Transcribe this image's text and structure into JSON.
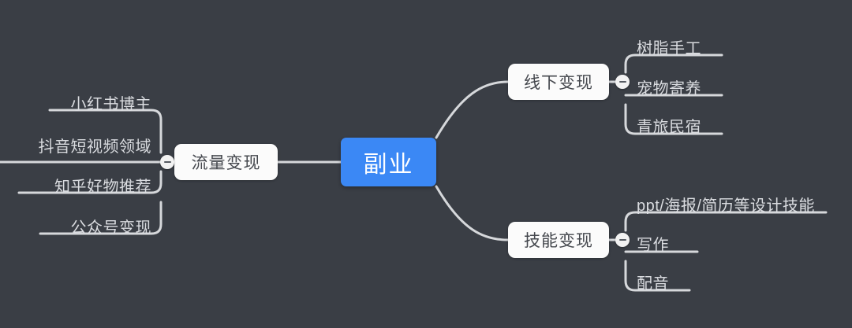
{
  "theme": {
    "background": "#3a3e45",
    "root_fill": "#3b88f5",
    "root_text": "#ffffff",
    "node_fill": "#fbfbfb",
    "node_text": "#45484e",
    "leaf_text": "#dadce0",
    "line": "#d6d8db"
  },
  "mindmap": {
    "root": {
      "label": "副业"
    },
    "branches": [
      {
        "id": "traffic",
        "label": "流量变现",
        "side": "left",
        "toggle": "collapse-toggle",
        "leaves": [
          {
            "label": "小红书博主"
          },
          {
            "label": "抖音短视频领域"
          },
          {
            "label": "知乎好物推荐"
          },
          {
            "label": "公众号变现"
          }
        ]
      },
      {
        "id": "offline",
        "label": "线下变现",
        "side": "right-top",
        "toggle": "collapse-toggle",
        "leaves": [
          {
            "label": "树脂手工"
          },
          {
            "label": "宠物寄养"
          },
          {
            "label": "青旅民宿"
          }
        ]
      },
      {
        "id": "skill",
        "label": "技能变现",
        "side": "right-bottom",
        "toggle": "collapse-toggle",
        "leaves": [
          {
            "label": "ppt/海报/简历等设计技能"
          },
          {
            "label": "写作"
          },
          {
            "label": "配音"
          }
        ]
      }
    ]
  }
}
